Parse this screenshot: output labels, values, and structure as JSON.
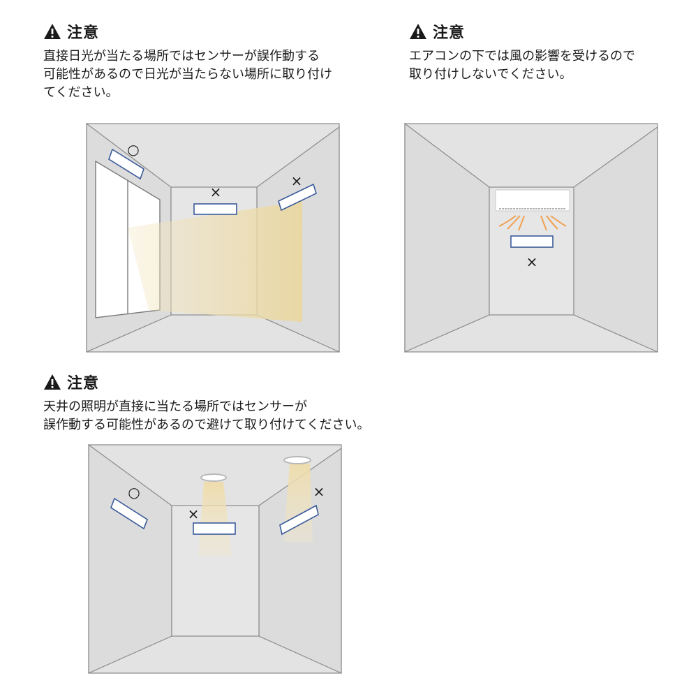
{
  "warning_icon": "warning-triangle-icon",
  "cautions": [
    {
      "title": "注意",
      "lines": [
        "直接日光が当たる場所ではセンサーが誤作動する",
        "可能性があるので日光が当たらない場所に取り付け",
        "てください。"
      ]
    },
    {
      "title": "注意",
      "lines": [
        "エアコンの下では風の影響を受けるので",
        "取り付けしないでください。"
      ]
    },
    {
      "title": "注意",
      "lines": [
        "天井の照明が直接に当たる場所ではセンサーが",
        "誤作動する可能性があるので避けて取り付けてください。"
      ]
    }
  ],
  "marks": {
    "ok": "○",
    "ng": "×"
  },
  "colors": {
    "room_fill": "#e3e3e3",
    "room_line": "#8a8a8a",
    "light": "#f0dfb0",
    "sensor_border": "#3a5a9a",
    "airflow": "#f0a050"
  }
}
